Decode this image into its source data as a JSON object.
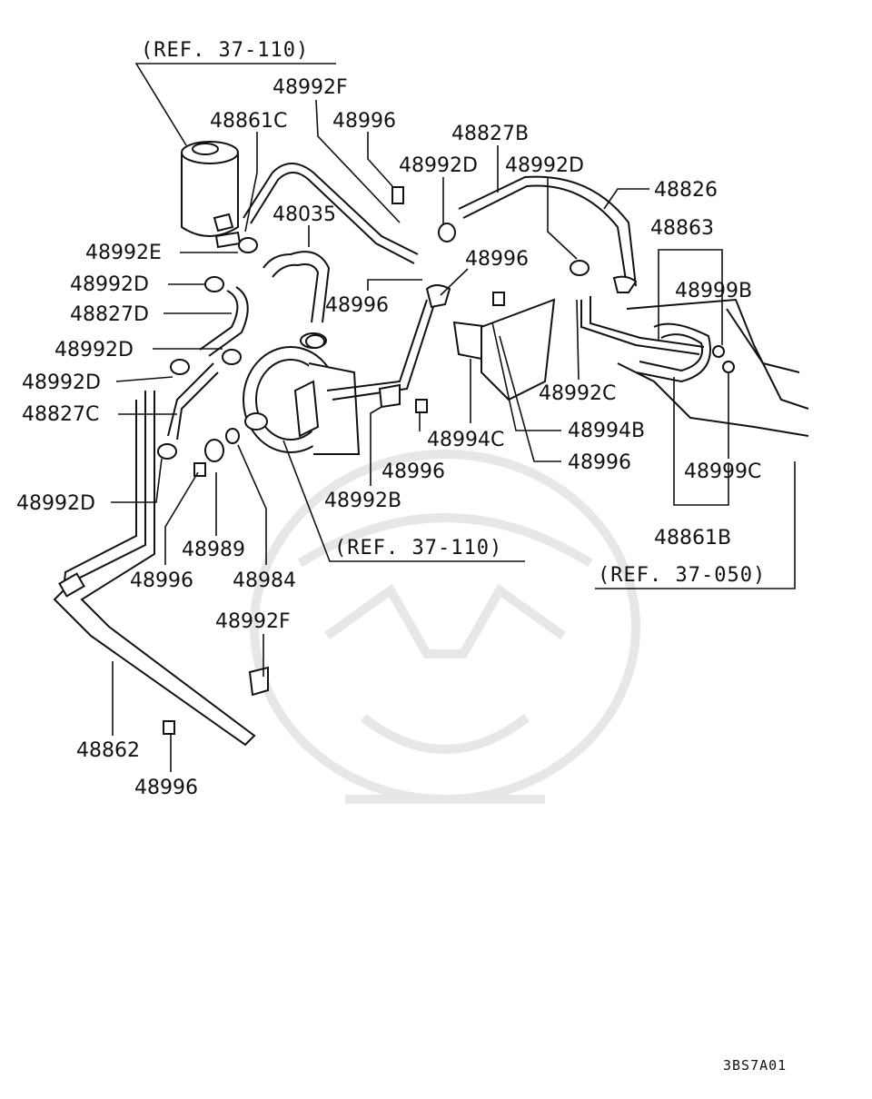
{
  "refs": {
    "r1": "(REF. 37-110)",
    "r2": "(REF. 37-110)",
    "r3": "(REF. 37-050)"
  },
  "labels": {
    "l48992F_top": "48992F",
    "l48861C": "48861C",
    "l48996_top": "48996",
    "l48827B": "48827B",
    "l48992D_a": "48992D",
    "l48992D_b": "48992D",
    "l48826": "48826",
    "l48035": "48035",
    "l48863": "48863",
    "l48992E": "48992E",
    "l48996_mid": "48996",
    "l48992D_c": "48992D",
    "l48999B": "48999B",
    "l48827D": "48827D",
    "l48996_b": "48996",
    "l48992D_d": "48992D",
    "l48992D_e": "48992D",
    "l48992C": "48992C",
    "l48827C": "48827C",
    "l48994B": "48994B",
    "l48994C": "48994C",
    "l48996_c": "48996",
    "l48996_d": "48996",
    "l48999C": "48999C",
    "l48992D_f": "48992D",
    "l48992B": "48992B",
    "l48861B": "48861B",
    "l48989": "48989",
    "l48996_e": "48996",
    "l48984": "48984",
    "l48992F_bot": "48992F",
    "l48862": "48862",
    "l48996_bot": "48996"
  },
  "figure_code": "3BS7A01"
}
